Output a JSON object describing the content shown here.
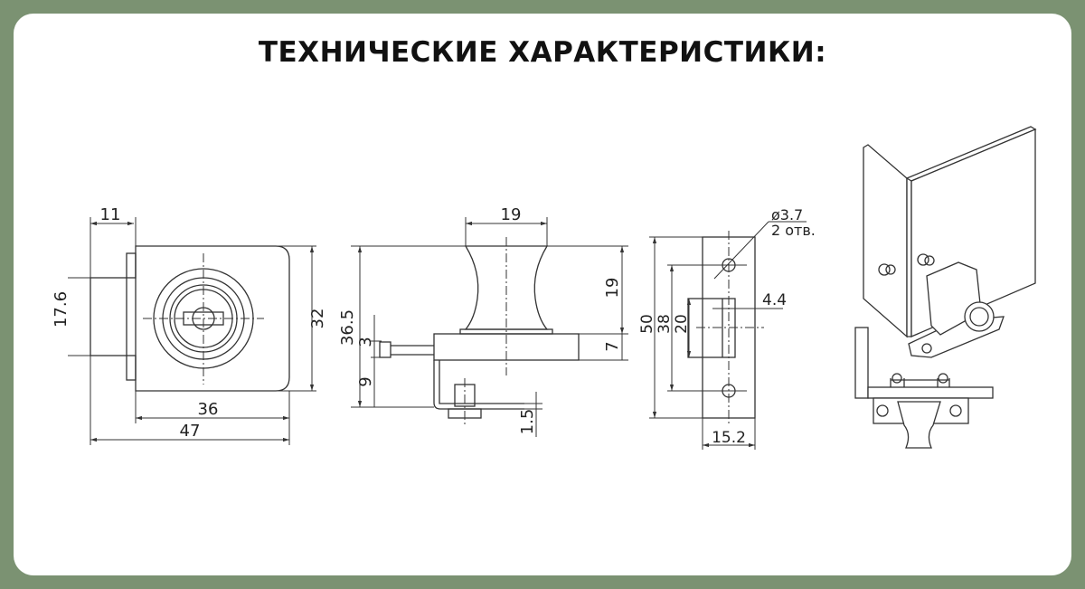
{
  "title": "ТЕХНИЧЕСКИЕ ХАРАКТЕРИСТИКИ:",
  "colors": {
    "background": "#7b9272",
    "card": "#ffffff",
    "lines": "#333333"
  },
  "front_view": {
    "dim_width_flange": "11",
    "dim_bolt_height": "17.6",
    "dim_height": "32",
    "dim_body_width": "36",
    "dim_total_width": "47"
  },
  "side_view": {
    "dim_knob_width": "19",
    "dim_total_height": "36.5",
    "dim_pin": "3",
    "dim_lower": "9",
    "dim_knob_height": "19",
    "dim_base": "7",
    "dim_plate": "1.5"
  },
  "strike_plate": {
    "dim_hole": "ø3.7",
    "dim_hole_count": "2 отв.",
    "dim_slot_width": "4.4",
    "dim_height": "50",
    "dim_hole_spacing": "38",
    "dim_slot_height": "20",
    "dim_width": "15.2"
  }
}
